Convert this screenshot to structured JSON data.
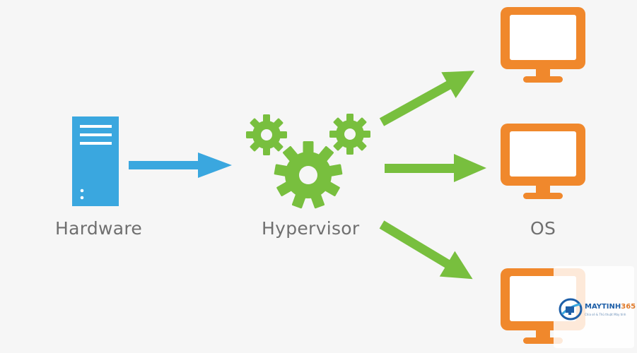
{
  "labels": {
    "hardware": "Hardware",
    "hypervisor": "Hypervisor",
    "os": "OS"
  },
  "watermark": {
    "brand_main": "MAYTINH",
    "brand_accent": "365",
    "tagline": "Chia sẻ & Thủ thuật Máy tính"
  },
  "colors": {
    "hardware": "#3aa7df",
    "arrow_blue": "#3aa7df",
    "gears": "#78bf3e",
    "arrows_green": "#78bf3e",
    "monitors": "#f0882c",
    "label_text": "#6f6f6f",
    "background": "#f6f6f6"
  },
  "icons": {
    "hardware": "server-tower-icon",
    "hypervisor": "gears-icon",
    "os": "monitor-icon"
  }
}
